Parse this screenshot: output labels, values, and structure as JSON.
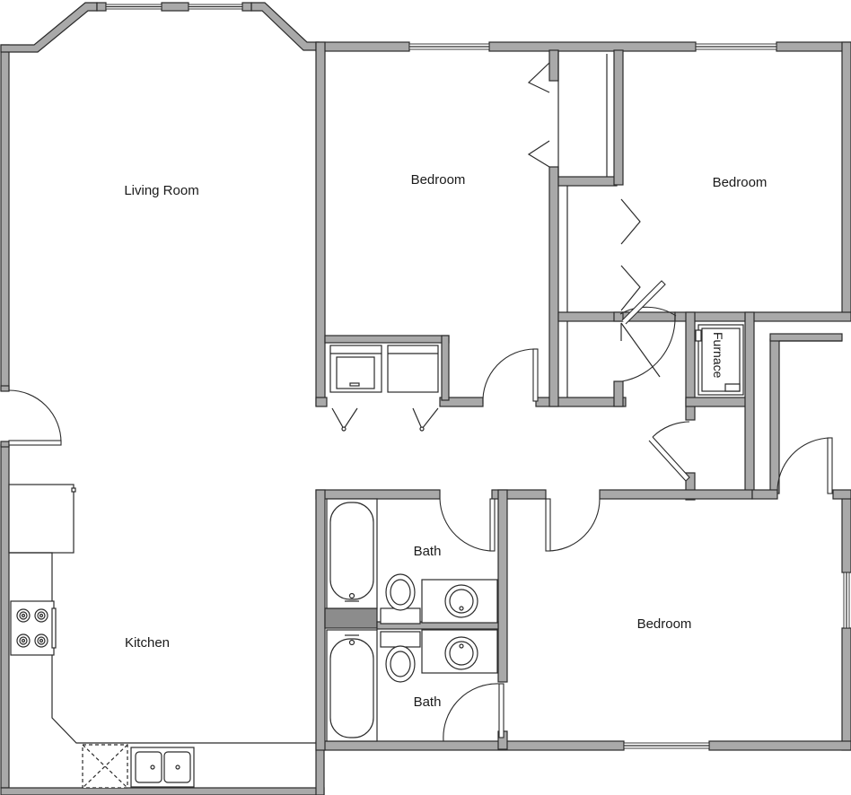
{
  "rooms": {
    "living_room": "Living Room",
    "bedroom_center": "Bedroom",
    "bedroom_right": "Bedroom",
    "bedroom_lower": "Bedroom",
    "kitchen": "Kitchen",
    "bath_upper": "Bath",
    "bath_lower": "Bath",
    "furnace": "Furnace"
  },
  "colors": {
    "wall_fill": "#a9a9a9",
    "line": "#2b2b2b",
    "background": "#ffffff"
  }
}
